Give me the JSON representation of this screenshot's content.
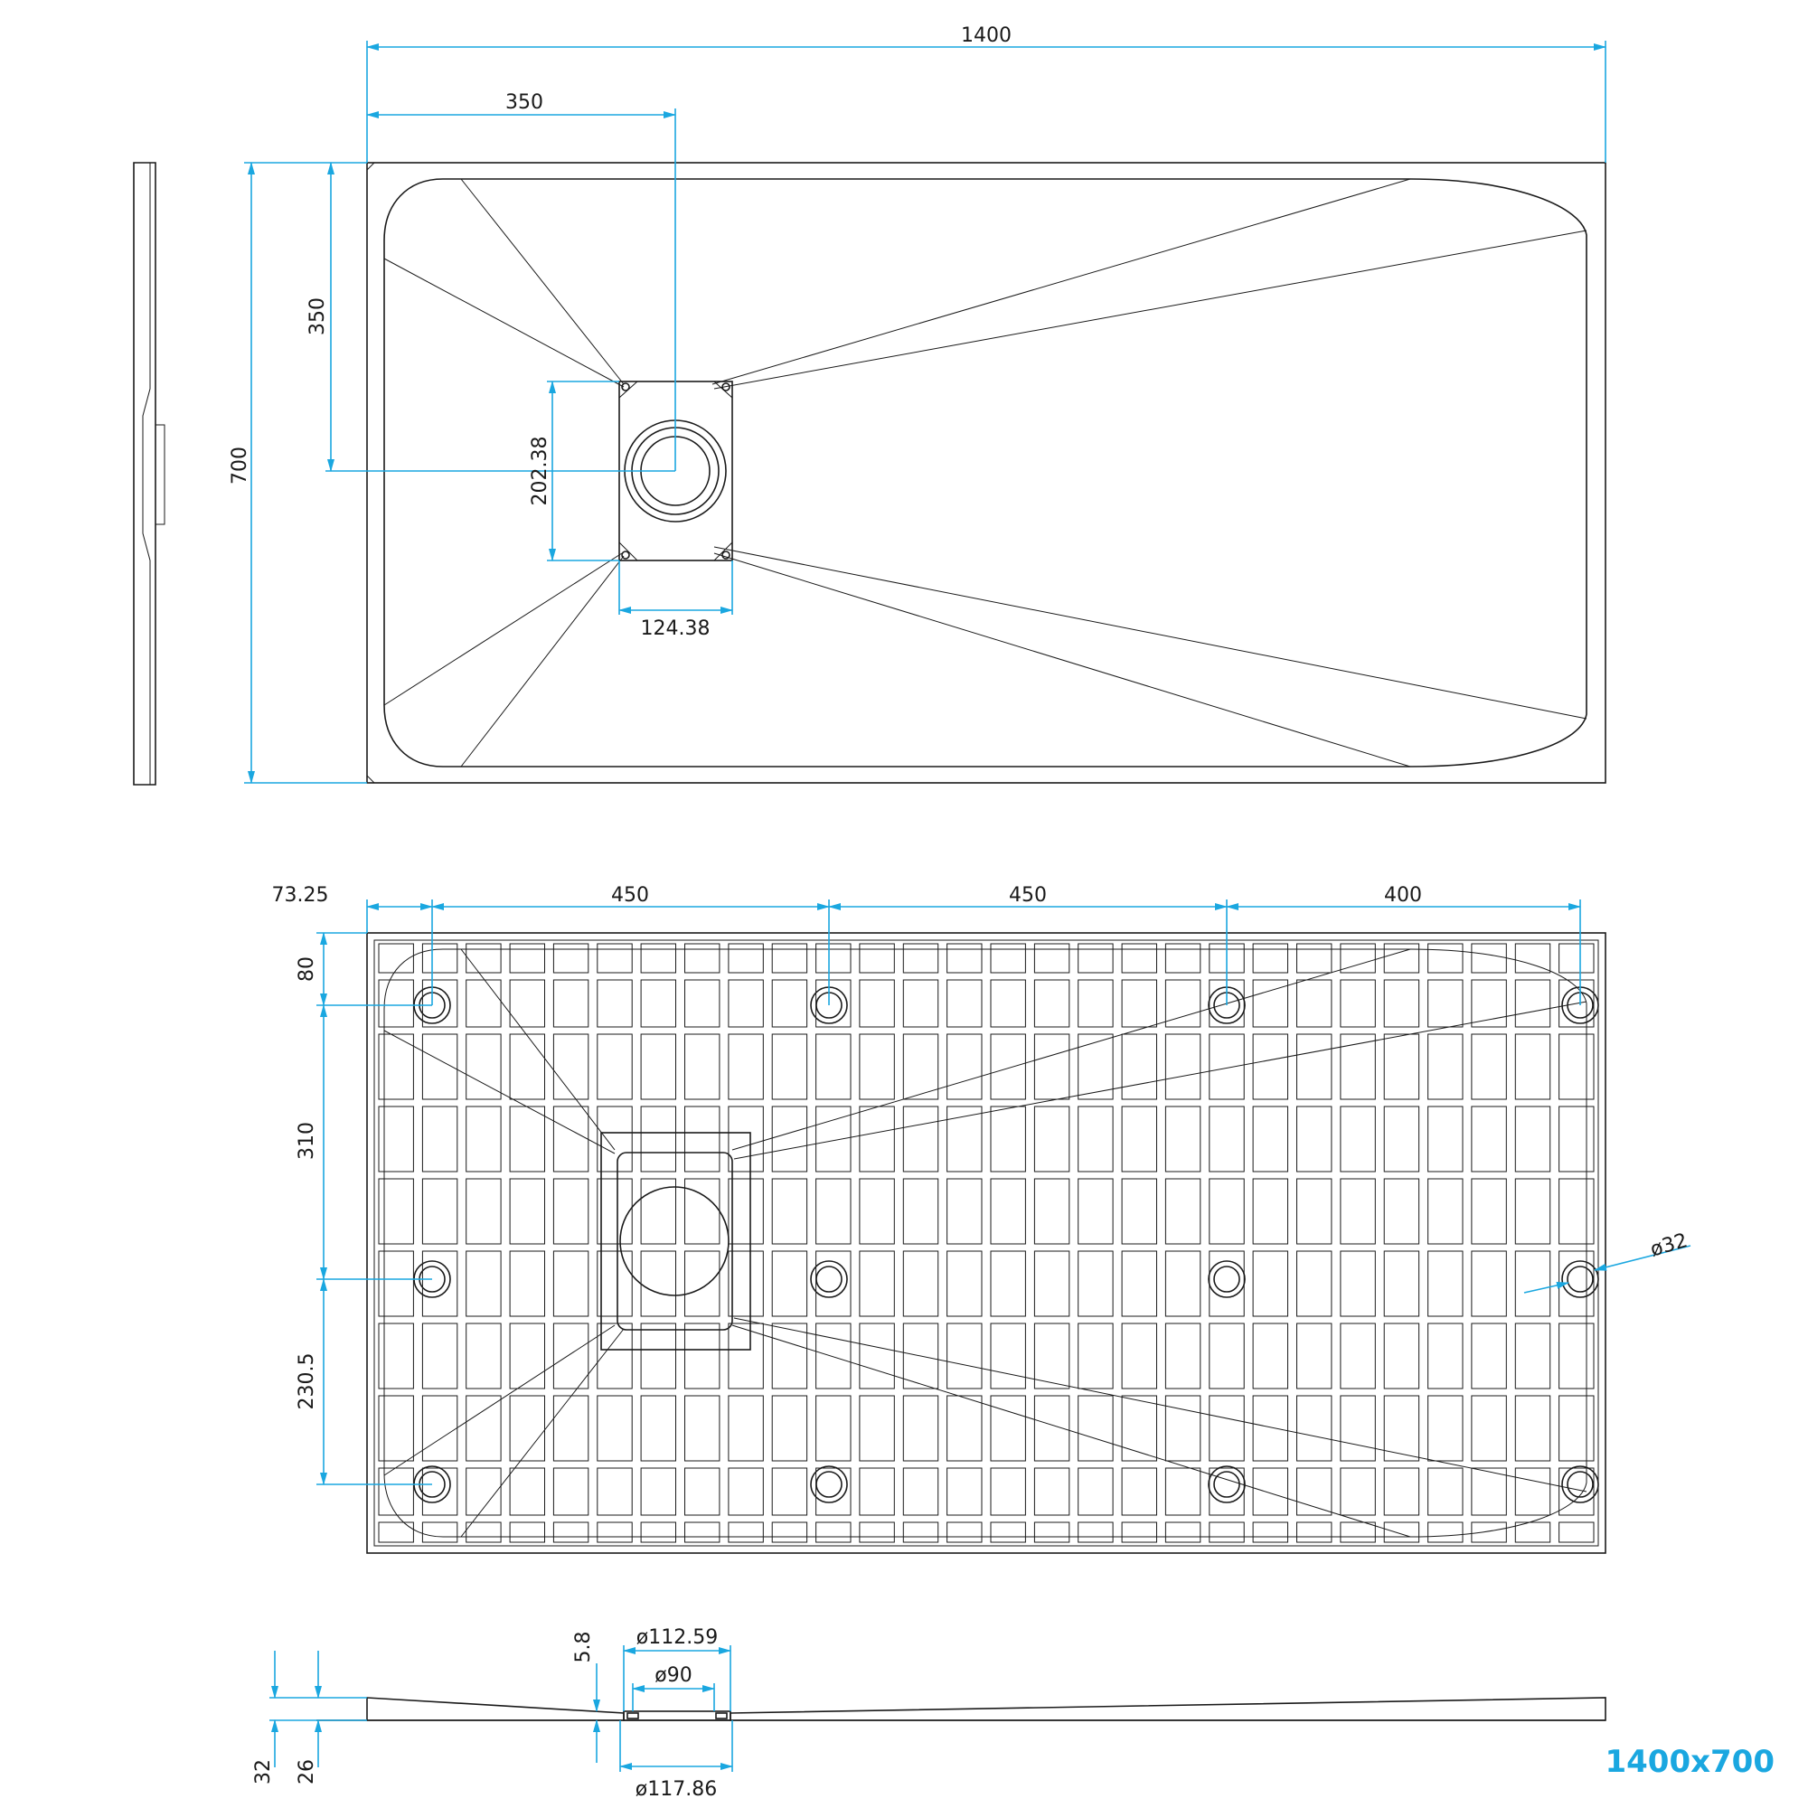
{
  "colors": {
    "dimension": "#1aa7e0",
    "line": "#1a1a1a",
    "label": "#1aa7e0"
  },
  "product_label": "1400x700",
  "top_view": {
    "width_label": "1400",
    "drain_x_label": "350",
    "height_label": "700",
    "drain_y_label": "350",
    "drain_box_height_label": "202.38",
    "drain_box_width_label": "124.38"
  },
  "bottom_view": {
    "edge_offset_label": "73.25",
    "spacing_1_label": "450",
    "spacing_2_label": "450",
    "spacing_3_label": "400",
    "top_offset_label": "80",
    "row_spacing_1_label": "310",
    "row_spacing_2_label": "230.5",
    "foot_diameter_label": "ø32"
  },
  "section_view": {
    "total_thickness_label": "32",
    "edge_thickness_label": "26",
    "drain_step_label": "5.8",
    "outer_diameter_label": "ø112.59",
    "inner_diameter_label": "ø90",
    "base_diameter_label": "ø117.86"
  }
}
